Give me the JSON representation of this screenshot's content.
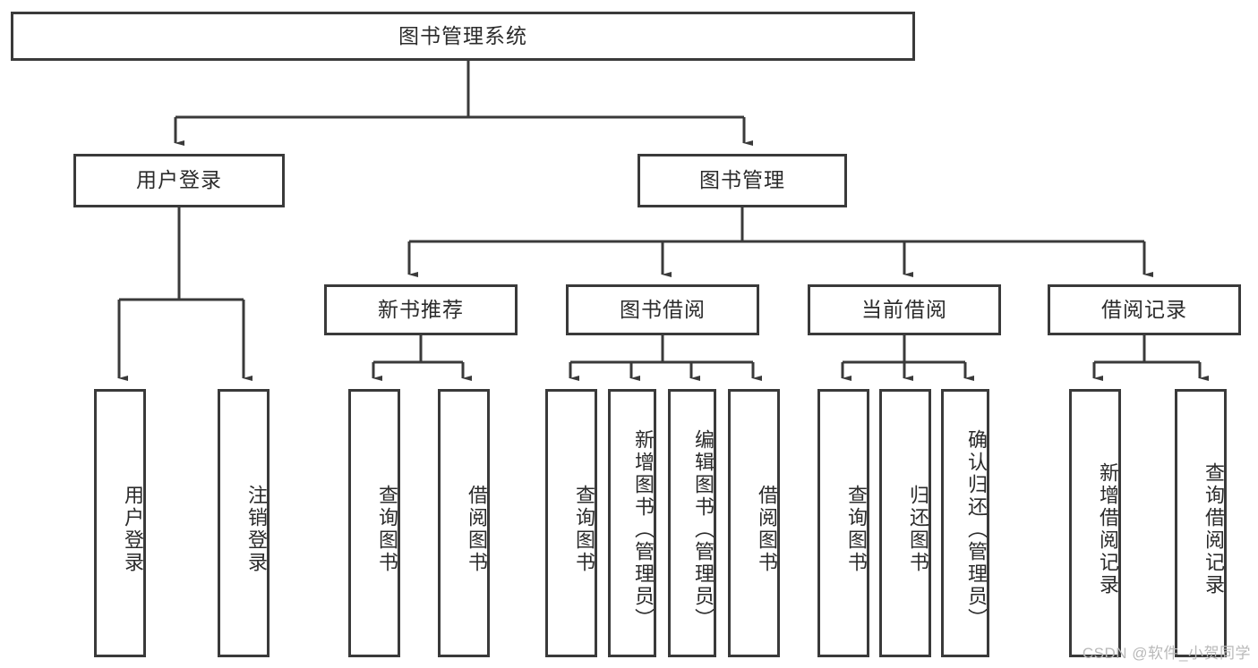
{
  "diagram": {
    "title": "图书管理系统",
    "root": {
      "label": "图书管理系统"
    },
    "level2": [
      {
        "label": "用户登录"
      },
      {
        "label": "图书管理"
      }
    ],
    "level3": [
      {
        "label": "新书推荐"
      },
      {
        "label": "图书借阅"
      },
      {
        "label": "当前借阅"
      },
      {
        "label": "借阅记录"
      }
    ],
    "leaves": {
      "user_login": [
        {
          "label": "用户登录"
        },
        {
          "label": "注销登录"
        }
      ],
      "new_book_recommend": [
        {
          "label": "查询图书"
        },
        {
          "label": "借阅图书"
        }
      ],
      "book_borrow": [
        {
          "label": "查询图书"
        },
        {
          "label": "新增图书（管理员）"
        },
        {
          "label": "编辑图书（管理员）"
        },
        {
          "label": "借阅图书"
        }
      ],
      "current_borrow": [
        {
          "label": "查询图书"
        },
        {
          "label": "归还图书"
        },
        {
          "label": "确认归还（管理员）"
        }
      ],
      "borrow_record": [
        {
          "label": "新增借阅记录"
        },
        {
          "label": "查询借阅记录"
        }
      ]
    },
    "watermark": "CSDN @软件_小贺同学",
    "colors": {
      "line": "#3a3a3a",
      "text": "#2b2b2b",
      "background": "#ffffff",
      "watermark": "#b9b9b9"
    }
  }
}
